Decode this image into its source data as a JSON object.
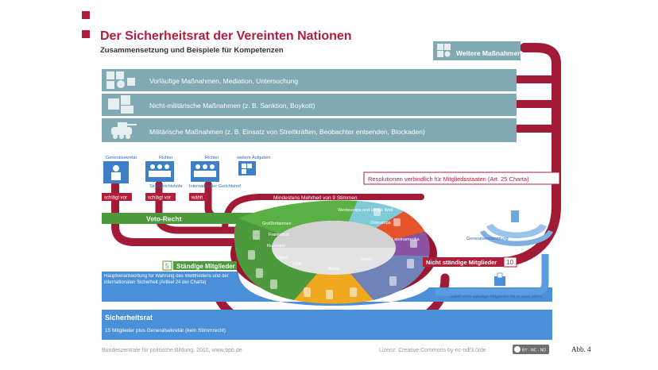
{
  "header": {
    "title": "Der Sicherheitsrat der Vereinten Nationen",
    "subtitle": "Zusammensetzung und Beispiele für Kompetenzen"
  },
  "measures": {
    "further": "Weitere Maßnahmen",
    "provisional": "Vorläufige Maßnahmen, Mediation, Untersuchung",
    "non_military": "Nicht-militärische Maßnahmen  (z. B. Sanktion, Boykott)",
    "military": "Militärische Maßnahmen (z. B. Einsatz von Streitkräften, Beobachter entsenden, Blockaden)"
  },
  "organs": {
    "secretary_general": "Generalsekretär",
    "judges_1": "Richter",
    "court_1": "Strafgerichtshöfe",
    "judges_2": "Richter",
    "court_2": "Internationaler Gerichtshof",
    "other_tasks": "weitere Aufgaben",
    "proposes_1": "schlägt vor",
    "proposes_2": "schlägt vor",
    "elects": "wählt"
  },
  "resolutions": "Resolutionen verbindlich für Mitgliedsstaaten (Art. 25 Charta)",
  "majority": "Mindestens Mehrheit von 9 Stimmen",
  "veto": "Veto-Recht",
  "permanent": {
    "count": "5",
    "label": "Ständige Mitglieder"
  },
  "nonpermanent": {
    "count": "10",
    "label": "Nicht ständige Mitglieder"
  },
  "general_assembly": "Generalversammlung",
  "elects_nonpermanent": "wählt nicht ständige Mitglieder für je zwei Jahre",
  "regions": {
    "western_europe": "Westeuropa und übrige Welt",
    "eastern_europe": "Osteuropa",
    "latin_america": "Lateinamerika",
    "asia": "Asien",
    "africa": "Afrika"
  },
  "countries": {
    "uk": "Großbritannien",
    "france": "Frankreich",
    "russia": "Russland",
    "china": "China",
    "usa": "USA"
  },
  "responsibility": "Hauptverantwortung für Wahrung des Weltfriedens und der internationalen Sicherheit (Artikel 24 der Charta)",
  "council": {
    "title": "Sicherheitsrat",
    "members": "15 Mitglieder plus Generalsekretär (kein Stimmrecht)"
  },
  "footer": {
    "source": "Bundeszentrale für politische Bildung, 2010, www.bpb.de",
    "license": "Lizenz: Creative Commons by-nc-nd/3.0/de",
    "cc_badge": "BY - NC - ND",
    "figure": "Abb. 4"
  },
  "colors": {
    "crimson": "#b01e3c",
    "band": "#7fa9b3",
    "band_dark": "#5d8f99",
    "blue": "#4a90d9",
    "green": "#4d9a3c",
    "yellow": "#f0a81e",
    "gray": "#d7d7d7"
  }
}
